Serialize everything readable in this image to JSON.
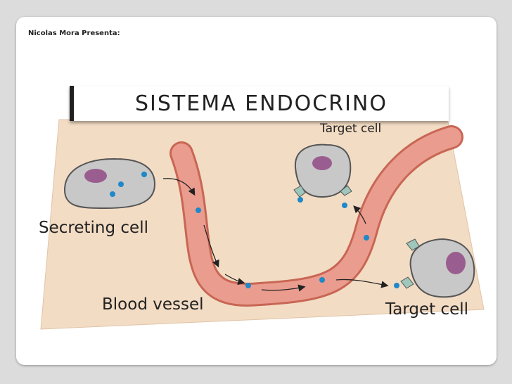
{
  "presenter": "Nicolas Mora Presenta:",
  "diagram": {
    "title": "SISTEMA ENDOCRINO",
    "labels": {
      "secreting_cell": "Secreting cell",
      "blood_vessel": "Blood vessel",
      "target_cell_top": "Target cell",
      "target_cell_bottom": "Target cell"
    }
  },
  "colors": {
    "background": "#f3dcc4",
    "vessel_fill": "#ea9c8f",
    "vessel_edge": "#c86654",
    "cell_fill": "#c8c8c8",
    "nucleus": "#9a5d8f",
    "hormone": "#1e88c8",
    "receptor": "#9ec6bb"
  }
}
